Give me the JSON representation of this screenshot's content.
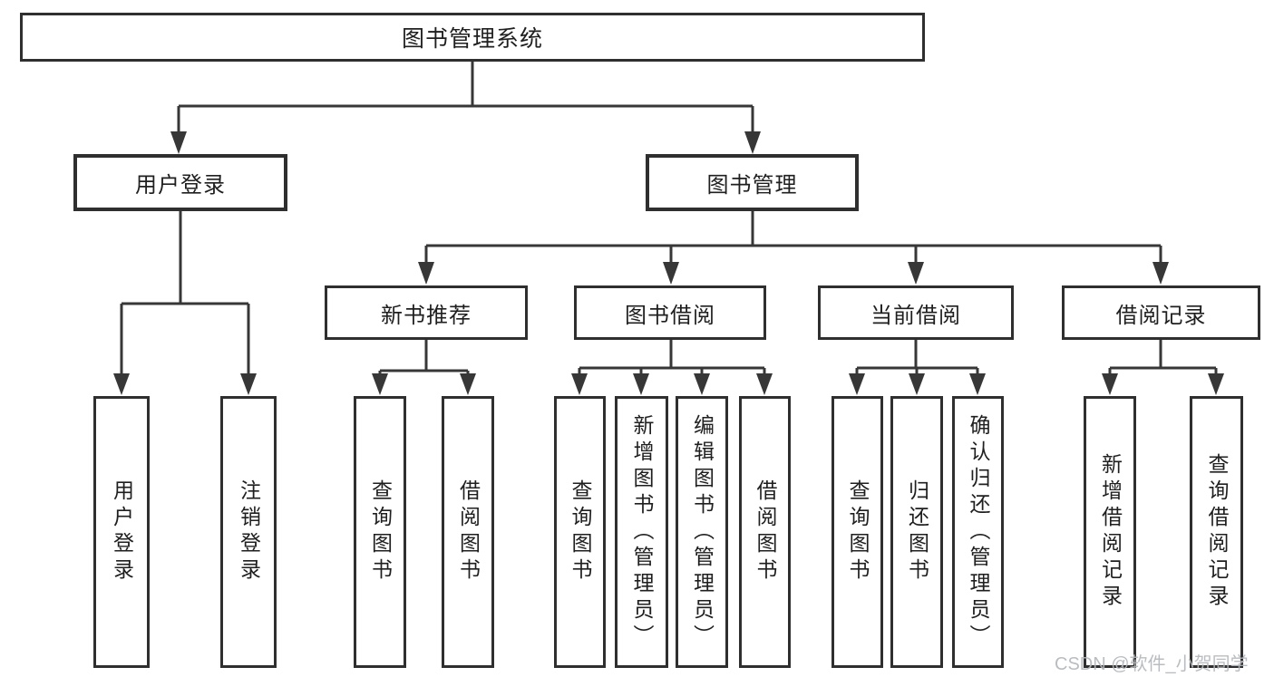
{
  "colors": {
    "line": "#373737",
    "box_border": "#2f2f2f",
    "text": "#1f1f1f",
    "background": "#ffffff",
    "watermark": "#b4b8bc"
  },
  "watermark": "CSDN @软件_小贺同学",
  "tree": {
    "label": "图书管理系统",
    "children": [
      {
        "label": "用户登录",
        "children": [
          {
            "label": "用户登录"
          },
          {
            "label": "注销登录"
          }
        ]
      },
      {
        "label": "图书管理",
        "children": [
          {
            "label": "新书推荐",
            "children": [
              {
                "label": "查询图书"
              },
              {
                "label": "借阅图书"
              }
            ]
          },
          {
            "label": "图书借阅",
            "children": [
              {
                "label": "查询图书"
              },
              {
                "label": "新增图书（管理员）"
              },
              {
                "label": "编辑图书（管理员）"
              },
              {
                "label": "借阅图书"
              }
            ]
          },
          {
            "label": "当前借阅",
            "children": [
              {
                "label": "查询图书"
              },
              {
                "label": "归还图书"
              },
              {
                "label": "确认归还（管理员）"
              }
            ]
          },
          {
            "label": "借阅记录",
            "children": [
              {
                "label": "新增借阅记录"
              },
              {
                "label": "查询借阅记录"
              }
            ]
          }
        ]
      }
    ]
  }
}
